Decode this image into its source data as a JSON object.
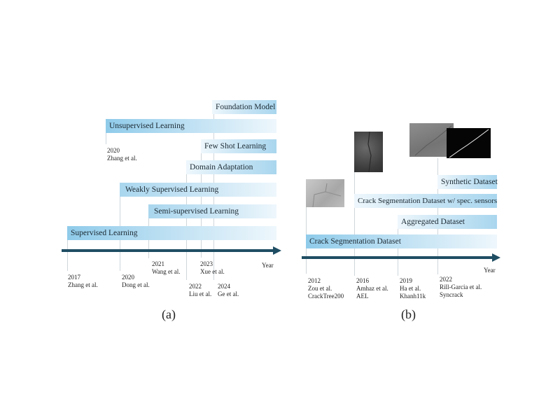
{
  "colors": {
    "axis": "#1f4e63",
    "bar": "#a9d6ee",
    "guide": "#cfd6db"
  },
  "panel_a": {
    "caption": "(a)",
    "axis_label": "Year",
    "bars": [
      {
        "label": "Foundation Model"
      },
      {
        "label": "Unsupervised Learning"
      },
      {
        "label": "Few Shot Learning"
      },
      {
        "label": "Domain Adaptation"
      },
      {
        "label": "Weakly Supervised Learning"
      },
      {
        "label": "Semi-supervised Learning"
      },
      {
        "label": "Supervised Learning"
      }
    ],
    "events": [
      {
        "year": "2017",
        "author": "Zhang et al."
      },
      {
        "year": "2020",
        "author": "Zhang et al."
      },
      {
        "year": "2020",
        "author": "Dong et al."
      },
      {
        "year": "2021",
        "author": "Wang et al."
      },
      {
        "year": "2022",
        "author": "Liu et al."
      },
      {
        "year": "2023",
        "author": "Xue et al."
      },
      {
        "year": "2024",
        "author": "Ge et al."
      }
    ]
  },
  "panel_b": {
    "caption": "(b)",
    "axis_label": "Year",
    "bars": [
      {
        "label": "Synthetic Dataset"
      },
      {
        "label": "Crack Segmentation Dataset w/ spec. sensors"
      },
      {
        "label": "Aggregated Dataset"
      },
      {
        "label": "Crack Segmentation Dataset"
      }
    ],
    "events": [
      {
        "year": "2012",
        "author": "Zou et al.",
        "dataset": "CrackTree200"
      },
      {
        "year": "2016",
        "author": "Amhaz et al.",
        "dataset": "AEL"
      },
      {
        "year": "2019",
        "author": "Ha et al.",
        "dataset": "Khanh11k"
      },
      {
        "year": "2022",
        "author": "Rill-Garcia et al.",
        "dataset": "Syncrack"
      }
    ],
    "thumbnails": [
      {
        "name": "crack-image-2012"
      },
      {
        "name": "crack-image-2016"
      },
      {
        "name": "crack-image-2022-gray"
      },
      {
        "name": "crack-mask-2022"
      }
    ]
  }
}
